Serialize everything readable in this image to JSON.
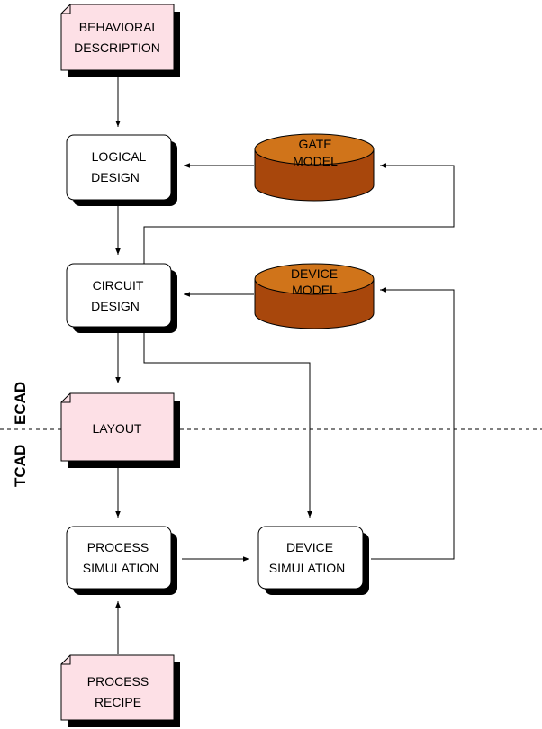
{
  "divider": {
    "upper_label": "ECAD",
    "lower_label": "TCAD"
  },
  "nodes": {
    "behavioral": {
      "line1": "BEHAVIORAL",
      "line2": "DESCRIPTION",
      "kind": "document",
      "fill": "#fde0e6"
    },
    "logical": {
      "line1": "LOGICAL",
      "line2": "DESIGN",
      "kind": "process",
      "fill": "#ffffff"
    },
    "circuit": {
      "line1": "CIRCUIT",
      "line2": "DESIGN",
      "kind": "process",
      "fill": "#ffffff"
    },
    "layout": {
      "line1": "LAYOUT",
      "kind": "document",
      "fill": "#fde0e6"
    },
    "process_sim": {
      "line1": "PROCESS",
      "line2": "SIMULATION",
      "kind": "process",
      "fill": "#ffffff"
    },
    "device_sim": {
      "line1": "DEVICE",
      "line2": "SIMULATION",
      "kind": "process",
      "fill": "#ffffff"
    },
    "recipe": {
      "line1": "PROCESS",
      "line2": "RECIPE",
      "kind": "document",
      "fill": "#fde0e6"
    },
    "gate_model": {
      "line1": "GATE",
      "line2": "MODEL",
      "kind": "database",
      "fill": "#b8550f"
    },
    "device_model": {
      "line1": "DEVICE",
      "line2": "MODEL",
      "kind": "database",
      "fill": "#b8550f"
    }
  },
  "colors": {
    "shadow": "#000000",
    "cylinder_top": "#d0741a",
    "cylinder_body": "#a8470c",
    "line": "#000000",
    "divider": "#000000"
  }
}
